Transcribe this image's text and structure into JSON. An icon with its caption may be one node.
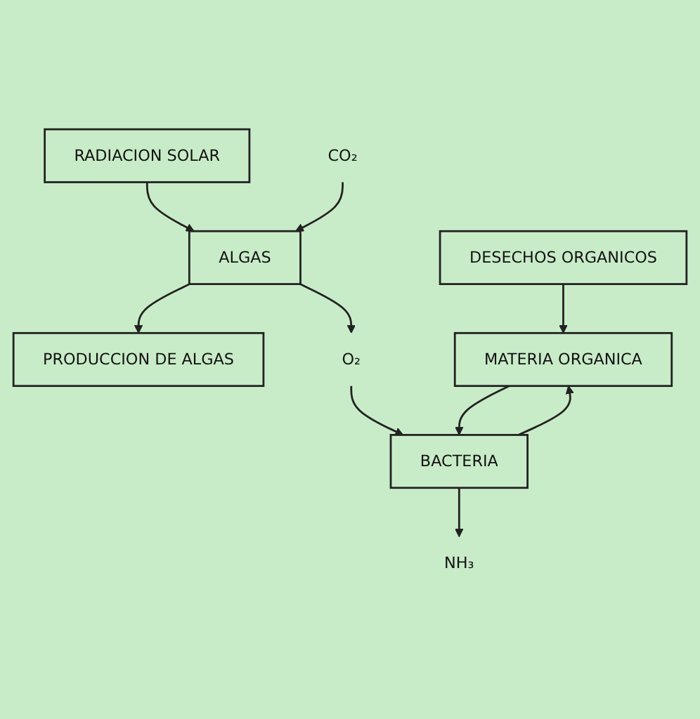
{
  "diagram": {
    "nodes": [
      {
        "text": [
          "DESECHOS ORGANICOS"
        ]
      },
      {
        "text": [
          "PRODUCCION DE ALGAS"
        ]
      },
      {
        "text": [
          "RADIACION SOLAR"
        ]
      },
      {
        "text": [
          "MATERIA ORGANICA"
        ]
      },
      {
        "text": [
          "ALGAS"
        ]
      },
      {
        "text": [
          "O₂"
        ]
      },
      {
        "text": [
          "BACTERIA"
        ]
      },
      {
        "text": [
          "CO₂"
        ]
      },
      {
        "text": [
          "NH₃"
        ]
      }
    ],
    "edges": [
      {
        "from": 0,
        "to": 3,
        "arrow": "to"
      },
      {
        "from": 2,
        "to": 4,
        "arrow": "to"
      },
      {
        "from": 4,
        "to": 1,
        "arrow": "to"
      },
      {
        "from": 4,
        "to": 5,
        "arrow": "to"
      },
      {
        "from": 5,
        "to": 6,
        "arrow": "to"
      },
      {
        "from": 3,
        "to": 6,
        "arrow": "to"
      },
      {
        "from": 6,
        "to": 3,
        "arrow": "to"
      },
      {
        "from": 6,
        "to": 8,
        "arrow": "to"
      },
      {
        "from": 7,
        "to": 4,
        "arrow": "to"
      }
    ]
  }
}
